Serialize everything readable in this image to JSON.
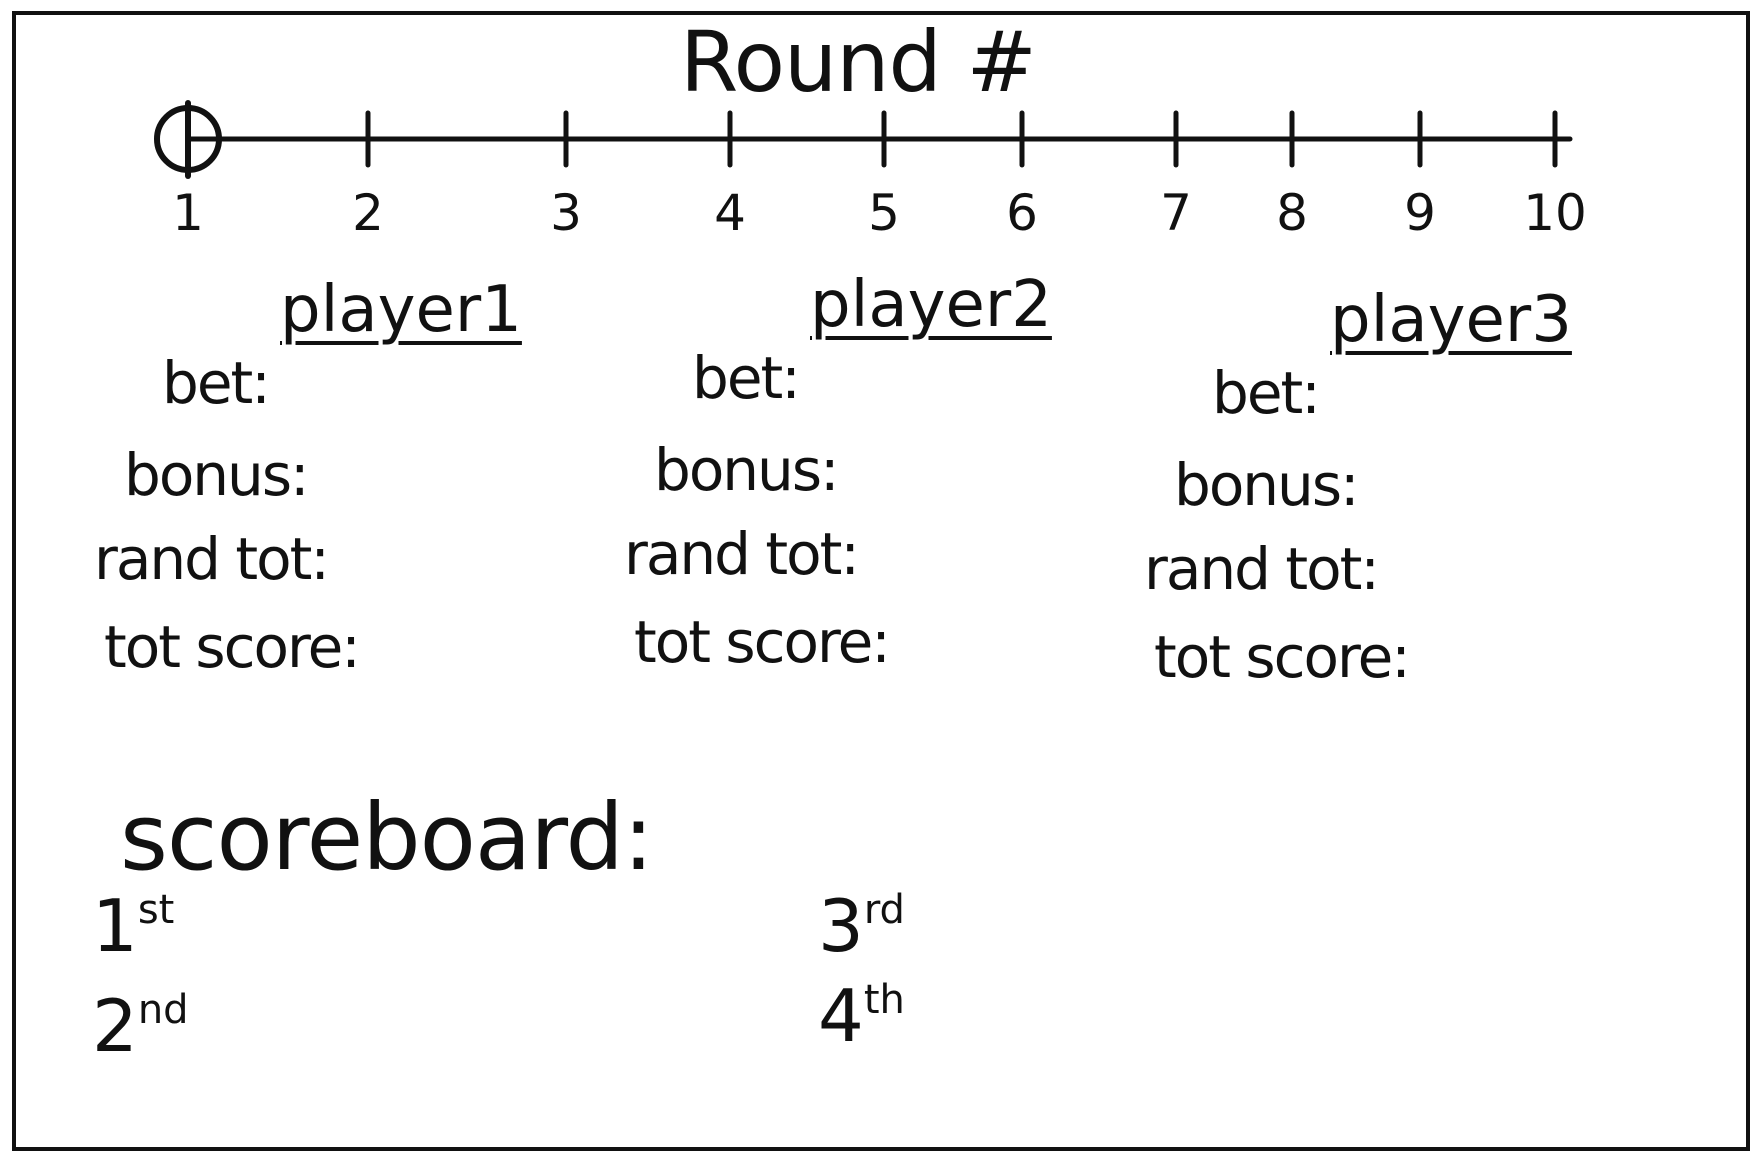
{
  "round": {
    "title": "Round #",
    "ticks": [
      "1",
      "2",
      "3",
      "4",
      "5",
      "6",
      "7",
      "8",
      "9",
      "10"
    ],
    "current": "1"
  },
  "players": [
    {
      "name": "player1",
      "bet_label": "bet:",
      "bonus_label": "bonus:",
      "round_total_label": "rand tot:",
      "total_score_label": "tot score:"
    },
    {
      "name": "player2",
      "bet_label": "bet:",
      "bonus_label": "bonus:",
      "round_total_label": "rand tot:",
      "total_score_label": "tot score:"
    },
    {
      "name": "player3",
      "bet_label": "bet:",
      "bonus_label": "bonus:",
      "round_total_label": "rand tot:",
      "total_score_label": "tot score:"
    }
  ],
  "scoreboard": {
    "title": "scoreboard:",
    "places": [
      {
        "num": "1",
        "suffix": "st"
      },
      {
        "num": "2",
        "suffix": "nd"
      },
      {
        "num": "3",
        "suffix": "rd"
      },
      {
        "num": "4",
        "suffix": "th"
      }
    ]
  }
}
